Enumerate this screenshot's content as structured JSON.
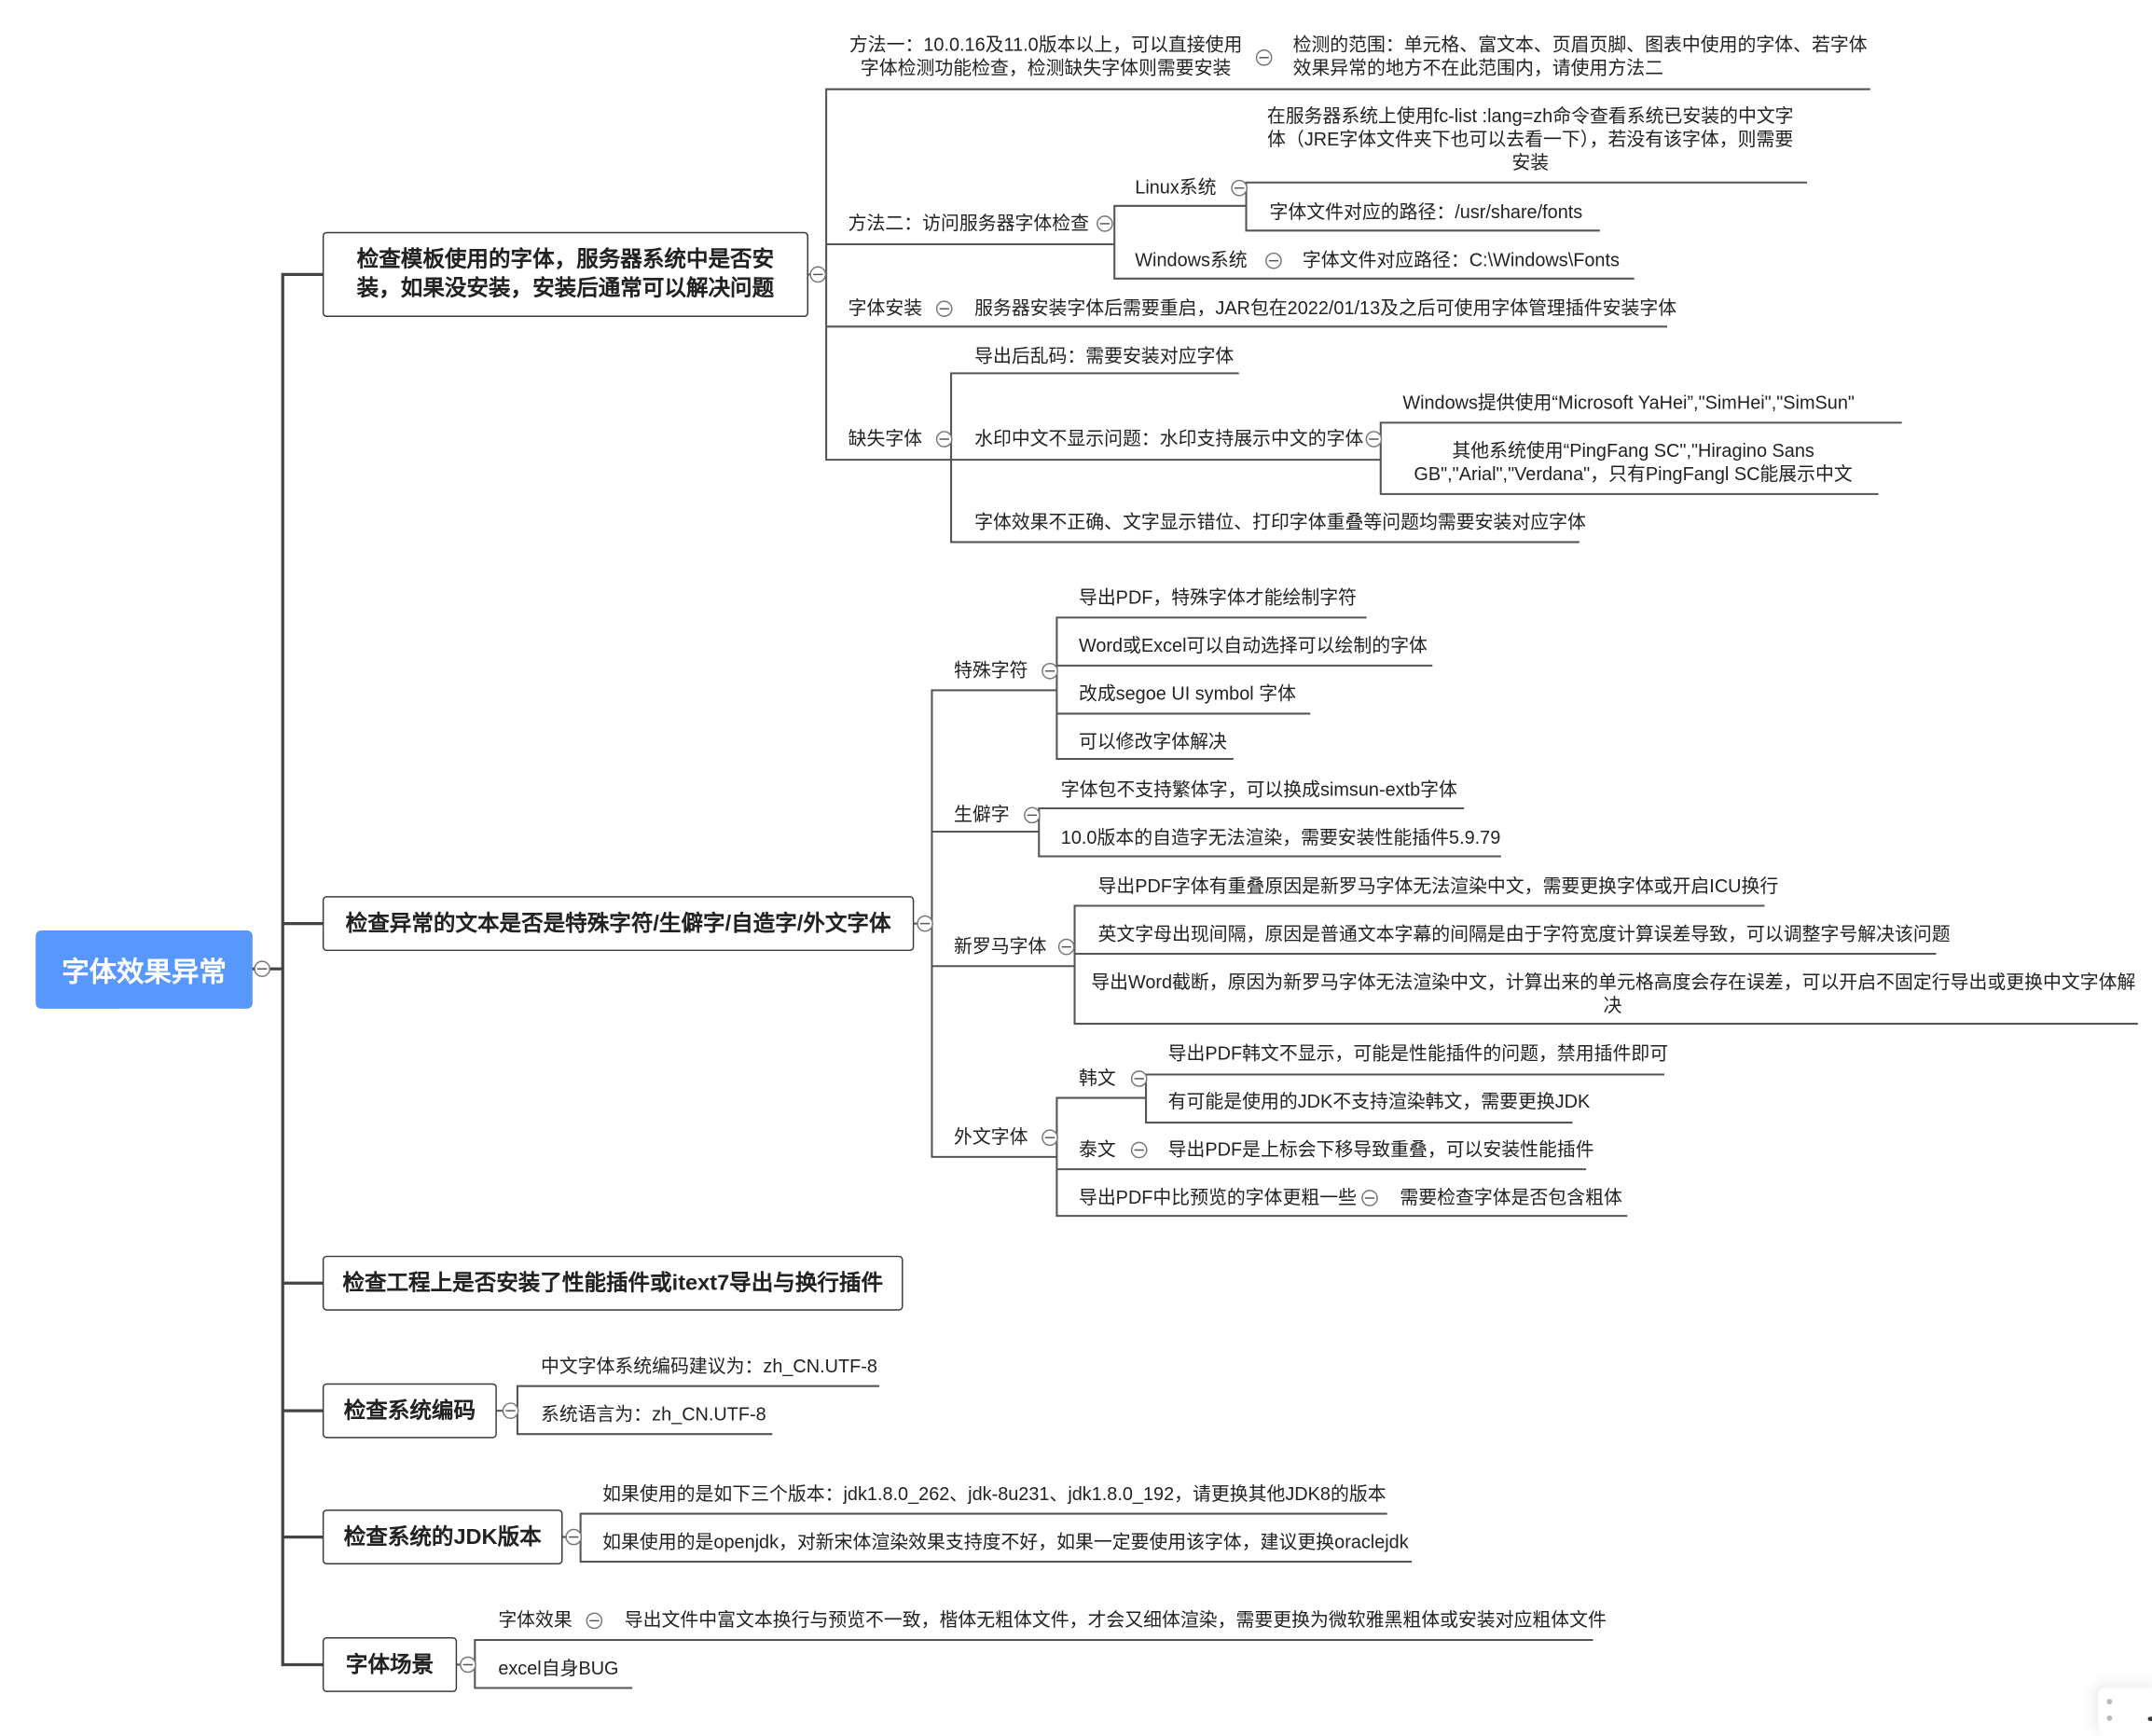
{
  "root": "字体效果异常",
  "b1": {
    "title_lines": [
      "检查模板使用的字体，服务器系统中是否安",
      "装，如果没安装，安装后通常可以解决问题"
    ],
    "m1": {
      "lines": [
        "方法一：10.0.16及11.0版本以上，可以直接使用",
        "字体检测功能检查，检测缺失字体则需要安装"
      ],
      "detail_lines": [
        "检测的范围：单元格、富文本、页眉页脚、图表中使用的字体、若字体",
        "效果异常的地方不在此范围内，请使用方法二"
      ]
    },
    "m2": {
      "label": "方法二：访问服务器字体检查",
      "linux": {
        "label": "Linux系统",
        "cmd_lines": [
          "在服务器系统上使用fc-list :lang=zh命令查看系统已安装的中文字",
          "体（JRE字体文件夹下也可以去看一下），若没有该字体，则需要",
          "安装"
        ],
        "path": "字体文件对应的路径：/usr/share/fonts"
      },
      "windows": {
        "label": "Windows系统",
        "path": "字体文件对应路径：C:\\Windows\\Fonts"
      }
    },
    "install": {
      "label": "字体安装",
      "detail": "服务器安装字体后需要重启，JAR包在2022/01/13及之后可使用字体管理插件安装字体"
    },
    "missing": {
      "label": "缺失字体",
      "garbled": "导出后乱码：需要安装对应字体",
      "watermark": {
        "label": "水印中文不显示问题：水印支持展示中文的字体",
        "windows": "Windows提供使用“Microsoft YaHei”,\"SimHei\",\"SimSun\"",
        "other_lines": [
          "其他系统使用“PingFang SC\",\"Hiragino Sans",
          "GB\",\"Arial\",\"Verdana\"，只有PingFangl SC能展示中文"
        ]
      },
      "effect": "字体效果不正确、文字显示错位、打印字体重叠等问题均需要安装对应字体"
    }
  },
  "b2": {
    "title": "检查异常的文本是否是特殊字符/生僻字/自造字/外文字体",
    "special": {
      "label": "特殊字符",
      "items": [
        "导出PDF，特殊字体才能绘制字符",
        "Word或Excel可以自动选择可以绘制的字体",
        "改成segoe UI symbol 字体",
        "可以修改字体解决"
      ]
    },
    "rare": {
      "label": "生僻字",
      "items": [
        "字体包不支持繁体字，可以换成simsun-extb字体",
        "10.0版本的自造字无法渲染，需要安装性能插件5.9.79"
      ]
    },
    "roman": {
      "label": "新罗马字体",
      "items": [
        "导出PDF字体有重叠原因是新罗马字体无法渲染中文，需要更换字体或开启ICU换行",
        "英文字母出现间隔，原因是普通文本字幕的间隔是由于字符宽度计算误差导致，可以调整字号解决该问题"
      ],
      "word_lines": [
        "导出Word截断，原因为新罗马字体无法渲染中文，计算出来的单元格高度会存在误差，可以开启不固定行导出或更换中文字体解",
        "决"
      ]
    },
    "foreign": {
      "label": "外文字体",
      "korean": {
        "label": "韩文",
        "items": [
          "导出PDF韩文不显示，可能是性能插件的问题，禁用插件即可",
          "有可能是使用的JDK不支持渲染韩文，需要更换JDK"
        ]
      },
      "thai": {
        "label": "泰文",
        "item": "导出PDF是上标会下移导致重叠，可以安装性能插件"
      },
      "bold": {
        "label": "导出PDF中比预览的字体更粗一些",
        "item": "需要检查字体是否包含粗体"
      }
    }
  },
  "b3": {
    "title": "检查工程上是否安装了性能插件或itext7导出与换行插件"
  },
  "b4": {
    "title": "检查系统编码",
    "items": [
      "中文字体系统编码建议为：zh_CN.UTF-8",
      "系统语言为：zh_CN.UTF-8"
    ]
  },
  "b5": {
    "title": "检查系统的JDK版本",
    "items": [
      "如果使用的是如下三个版本：jdk1.8.0_262、jdk-8u231、jdk1.8.0_192，请更换其他JDK8的版本",
      "如果使用的是openjdk，对新宋体渲染效果支持度不好，如果一定要使用该字体，建议更换oraclejdk"
    ]
  },
  "b6": {
    "title": "字体场景",
    "effect": {
      "label": "字体效果",
      "item": "导出文件中富文本换行与预览不一致，楷体无粗体文件，才会又细体渲染，需要更换为微软雅黑粗体或安装对应粗体文件"
    },
    "excel": "excel自身BUG"
  },
  "colors": {
    "root": "#5897fb",
    "line": "#555555"
  }
}
